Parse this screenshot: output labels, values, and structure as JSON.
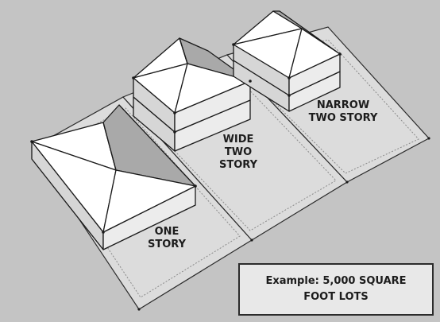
{
  "houses": {
    "one_story": {
      "label_lines": [
        "ONE",
        "STORY"
      ]
    },
    "wide_two_story": {
      "label_lines": [
        "WIDE",
        "TWO",
        "STORY"
      ]
    },
    "narrow_two_story": {
      "label_lines": [
        "NARROW",
        "TWO STORY"
      ]
    }
  },
  "caption": {
    "lines": [
      "Example: 5,000 SQUARE",
      "FOOT LOTS"
    ]
  },
  "colors": {
    "background": "#c4c4c4",
    "lot_fill": "#dcdcdc",
    "roof_light": "#ffffff",
    "roof_shade": "#a9a9a9",
    "wall_light": "#ececec",
    "outline": "#1a1a1a"
  }
}
